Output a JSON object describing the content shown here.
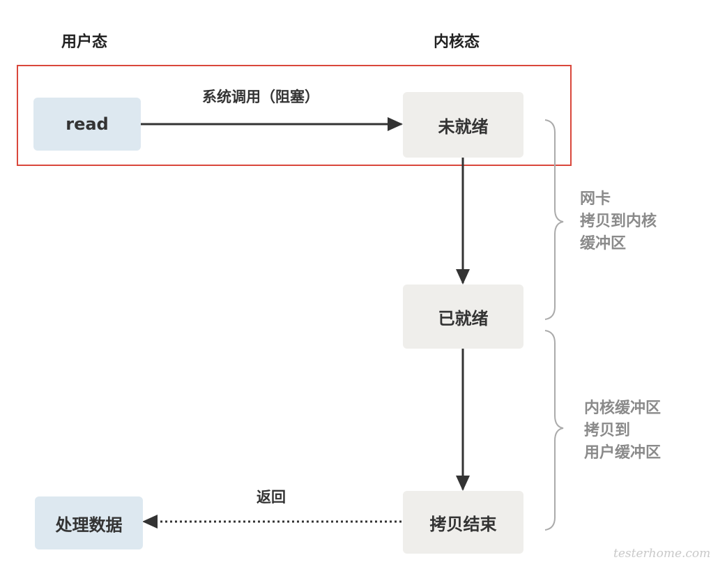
{
  "headers": {
    "user_mode": "用户态",
    "kernel_mode": "内核态"
  },
  "nodes": {
    "read": "read",
    "not_ready": "未就绪",
    "ready": "已就绪",
    "copy_done": "拷贝结束",
    "process_data": "处理数据"
  },
  "edges": {
    "syscall": "系统调用（阻塞）",
    "return": "返回"
  },
  "notes": {
    "nic_copy": "网卡\n拷贝到内核\n缓冲区",
    "kernel_to_user": "内核缓冲区\n拷贝到\n用户缓冲区"
  },
  "watermark": "testerhome.com",
  "colors": {
    "highlight_border": "#d9473b",
    "user_box": "#dde8f0",
    "kernel_box": "#efeeeb",
    "arrow": "#333333",
    "note_text": "#8a8a8a"
  }
}
